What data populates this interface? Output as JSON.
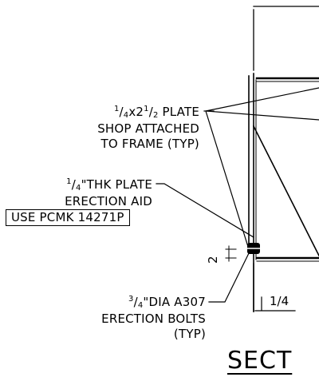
{
  "callouts": {
    "plate_attached": {
      "size_a_num": "1",
      "size_a_den": "4",
      "size_b_whole": "x2",
      "size_b_num": "1",
      "size_b_den": "2",
      "size_suffix": " PLATE",
      "line2": "SHOP ATTACHED",
      "line3": "TO FRAME (TYP)"
    },
    "erection_aid": {
      "size_num": "1",
      "size_den": "4",
      "line1_rest": "\"THK PLATE",
      "line2": "ERECTION AID",
      "boxed_note": "USE PCMK 14271P"
    },
    "bolts": {
      "size_num": "3",
      "size_den": "4",
      "line1_rest": "\"DIA A307",
      "line2": "ERECTION BOLTS",
      "line3": "(TYP)"
    }
  },
  "dimensions": {
    "vertical_gap": "2",
    "weld_size": "1/4"
  },
  "section_title": "SECT"
}
